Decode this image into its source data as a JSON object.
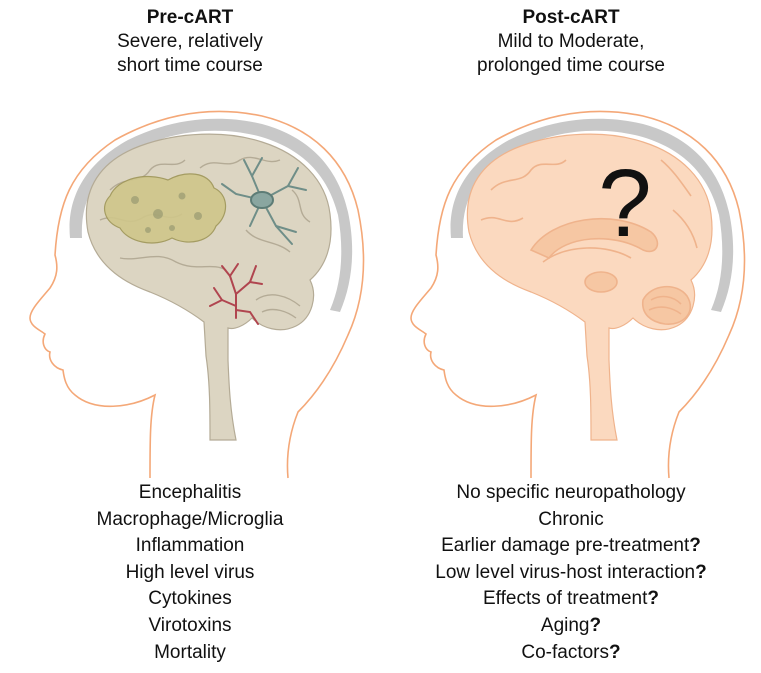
{
  "pre": {
    "title": "Pre-cART",
    "subtitle_line1": "Severe, relatively",
    "subtitle_line2": "short time course",
    "items": [
      {
        "text": "Encephalitis",
        "q": ""
      },
      {
        "text": "Macrophage/Microglia",
        "q": ""
      },
      {
        "text": "Inflammation",
        "q": ""
      },
      {
        "text": "High level virus",
        "q": ""
      },
      {
        "text": "Cytokines",
        "q": ""
      },
      {
        "text": "Virotoxins",
        "q": ""
      },
      {
        "text": "Mortality",
        "q": ""
      }
    ]
  },
  "post": {
    "title": "Post-cART",
    "subtitle_line1": "Mild to Moderate,",
    "subtitle_line2": "prolonged time course",
    "brain_mark": "?",
    "items": [
      {
        "text": "No specific neuropathology",
        "q": ""
      },
      {
        "text": "Chronic",
        "q": ""
      },
      {
        "text": "Earlier damage pre-treatment",
        "q": "?"
      },
      {
        "text": "Low level virus-host interaction",
        "q": "?"
      },
      {
        "text": "Effects of treatment",
        "q": "?"
      },
      {
        "text": "Aging",
        "q": "?"
      },
      {
        "text": "Co-factors",
        "q": "?"
      }
    ]
  },
  "colors": {
    "head_outline": "#f4a878",
    "skull": "#c8c8c8",
    "brain_pre": "#dcd5c2",
    "brain_pre_stroke": "#b4ab96",
    "brain_post": "#fbd9bf",
    "brain_post_stroke": "#efb38c",
    "lesion": "#cfc68a",
    "microglia": "#8aa6a0",
    "vessel": "#b0454f"
  }
}
